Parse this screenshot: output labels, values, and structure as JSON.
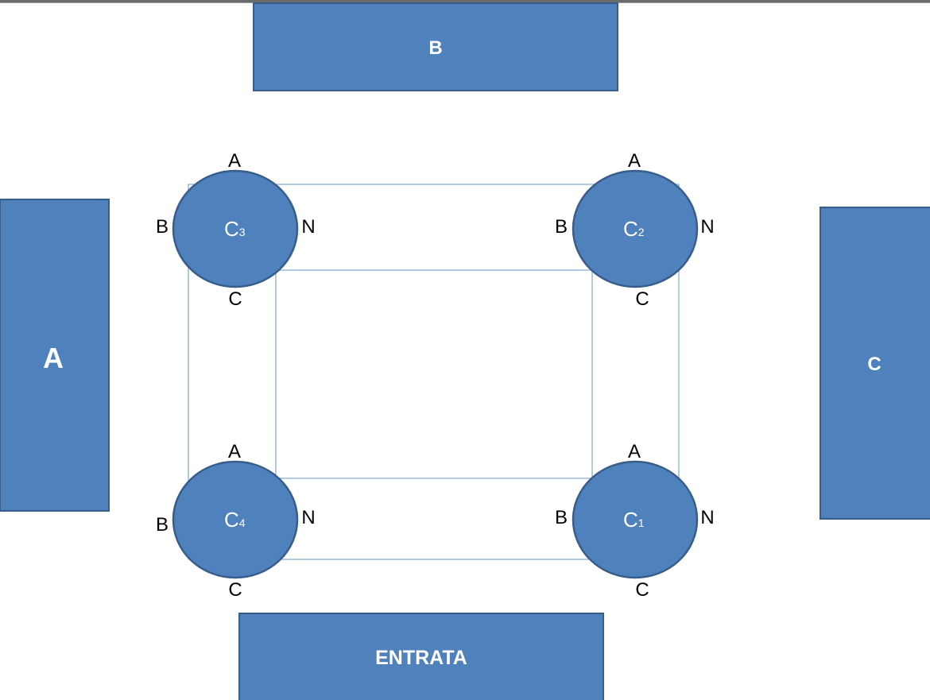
{
  "blocks": {
    "top": {
      "label": "B"
    },
    "left": {
      "label": "A"
    },
    "right": {
      "label": "C"
    },
    "bottom": {
      "label": "ENTRATA"
    }
  },
  "nodes": {
    "c3": {
      "letter": "C",
      "index": "3",
      "ports": {
        "top": "A",
        "left": "B",
        "right": "N",
        "bottom": "C"
      }
    },
    "c2": {
      "letter": "C",
      "index": "2",
      "ports": {
        "top": "A",
        "left": "B",
        "right": "N",
        "bottom": "C"
      }
    },
    "c4": {
      "letter": "C",
      "index": "4",
      "ports": {
        "top": "A",
        "left": "B",
        "right": "N",
        "bottom": "C"
      }
    },
    "c1": {
      "letter": "C",
      "index": "1",
      "ports": {
        "top": "A",
        "left": "B",
        "right": "N",
        "bottom": "C"
      }
    }
  },
  "colors": {
    "fill": "#4f81bd",
    "stroke": "#385d8a",
    "text_on_fill": "#ffffff",
    "text": "#000000"
  }
}
